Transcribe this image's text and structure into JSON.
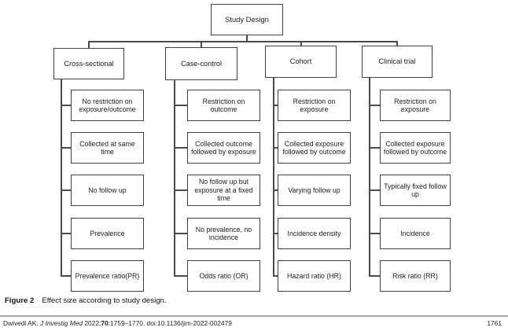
{
  "figure": {
    "root": "Study Design",
    "columns": [
      {
        "label": "Cross-sectional",
        "items": [
          "No restriction on exposure/outcome",
          "Collected at same time",
          "No follow up",
          "Prevalence",
          "Prevalence ratio(PR)"
        ]
      },
      {
        "label": "Case-control",
        "items": [
          "Restriction on outcome",
          "Collected outcome followed by exposure",
          "No follow up but exposure at a fixed time",
          "No prevalence, no incidence",
          "Odds ratio (OR)"
        ]
      },
      {
        "label": "Cohort",
        "items": [
          "Restriction on exposure",
          "Collected exposure followed by outcome",
          "Varying follow up",
          "Incidence density",
          "Hazard ratio (HR)"
        ]
      },
      {
        "label": "Clinical trial",
        "items": [
          "Restriction on exposure",
          "Collected exposure followed by outcome",
          "Typically fixed follow up",
          "Incidence",
          "Risk ratio (RR)"
        ]
      }
    ]
  },
  "caption": {
    "label": "Figure 2",
    "text": "Effect size according to study design."
  },
  "footer": {
    "citation_prefix": "Dwivedi AK. ",
    "journal_italic": "J Investig Med",
    "citation_mid": " 2022;",
    "volume_bold": "70",
    "citation_suffix": ":1759–1770. doi:10.1136/jim-2022-002479",
    "page_number": "1761"
  },
  "colors": {
    "box_border": "#3f3f3f",
    "connector_line": "#4a4a4a",
    "footer_rule": "#a8a8a8",
    "text": "#1c1c1c"
  }
}
